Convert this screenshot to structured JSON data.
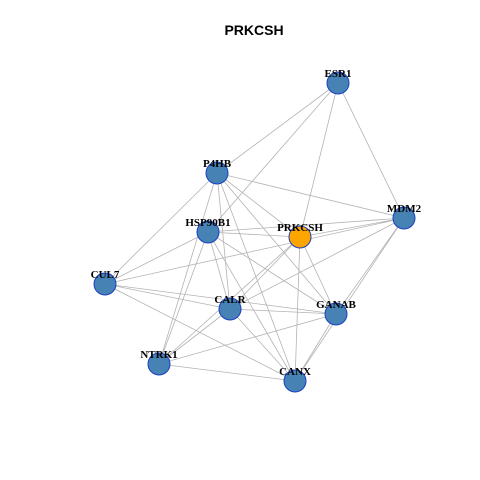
{
  "title": "PRKCSH",
  "colors": {
    "node_default": "#4682B4",
    "node_highlight": "#FFA500",
    "node_border": "#1A3FC4",
    "edge": "#B3B3B3"
  },
  "nodes": [
    {
      "id": "ESR1",
      "label": "ESR1",
      "highlight": false
    },
    {
      "id": "P4HB",
      "label": "P4HB",
      "highlight": false
    },
    {
      "id": "MDM2",
      "label": "MDM2",
      "highlight": false
    },
    {
      "id": "HSP90B1",
      "label": "HSP90B1",
      "highlight": false
    },
    {
      "id": "PRKCSH",
      "label": "PRKCSH",
      "highlight": true
    },
    {
      "id": "CUL7",
      "label": "CUL7",
      "highlight": false
    },
    {
      "id": "CALR",
      "label": "CALR",
      "highlight": false
    },
    {
      "id": "GANAB",
      "label": "GANAB",
      "highlight": false
    },
    {
      "id": "NTRK1",
      "label": "NTRK1",
      "highlight": false
    },
    {
      "id": "CANX",
      "label": "CANX",
      "highlight": false
    }
  ],
  "edges": [
    [
      "ESR1",
      "P4HB"
    ],
    [
      "ESR1",
      "HSP90B1"
    ],
    [
      "ESR1",
      "PRKCSH"
    ],
    [
      "ESR1",
      "MDM2"
    ],
    [
      "P4HB",
      "MDM2"
    ],
    [
      "P4HB",
      "PRKCSH"
    ],
    [
      "P4HB",
      "CUL7"
    ],
    [
      "P4HB",
      "CALR"
    ],
    [
      "P4HB",
      "GANAB"
    ],
    [
      "P4HB",
      "NTRK1"
    ],
    [
      "P4HB",
      "CANX"
    ],
    [
      "MDM2",
      "HSP90B1"
    ],
    [
      "MDM2",
      "PRKCSH"
    ],
    [
      "MDM2",
      "CALR"
    ],
    [
      "MDM2",
      "GANAB"
    ],
    [
      "MDM2",
      "CANX"
    ],
    [
      "MDM2",
      "CUL7"
    ],
    [
      "HSP90B1",
      "PRKCSH"
    ],
    [
      "HSP90B1",
      "CUL7"
    ],
    [
      "HSP90B1",
      "CALR"
    ],
    [
      "HSP90B1",
      "GANAB"
    ],
    [
      "HSP90B1",
      "NTRK1"
    ],
    [
      "HSP90B1",
      "CANX"
    ],
    [
      "PRKCSH",
      "CALR"
    ],
    [
      "PRKCSH",
      "GANAB"
    ],
    [
      "PRKCSH",
      "CANX"
    ],
    [
      "PRKCSH",
      "NTRK1"
    ],
    [
      "CUL7",
      "CALR"
    ],
    [
      "CUL7",
      "GANAB"
    ],
    [
      "CUL7",
      "CANX"
    ],
    [
      "CALR",
      "GANAB"
    ],
    [
      "CALR",
      "NTRK1"
    ],
    [
      "CALR",
      "CANX"
    ],
    [
      "GANAB",
      "NTRK1"
    ],
    [
      "GANAB",
      "CANX"
    ],
    [
      "NTRK1",
      "CANX"
    ]
  ]
}
